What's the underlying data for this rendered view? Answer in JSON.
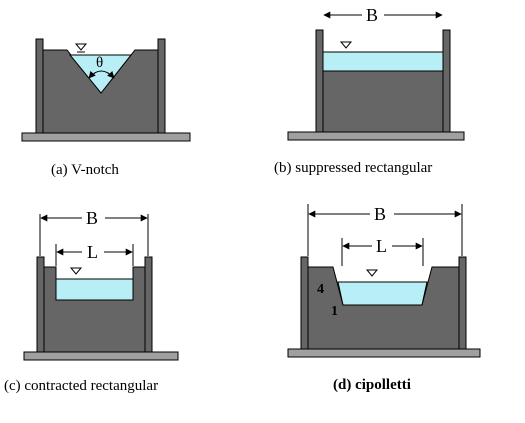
{
  "colors": {
    "background": "#ffffff",
    "wall": "#666666",
    "water": "#b8eef5",
    "ground": "#a0a0a0",
    "outline": "#000000"
  },
  "panels": {
    "a": {
      "caption": "(a)  V-notch",
      "angle_label": "θ"
    },
    "b": {
      "caption": "(b)  suppressed rectangular",
      "width_label": "B"
    },
    "c": {
      "caption": "(c) contracted rectangular",
      "width_label": "B",
      "crest_label": "L"
    },
    "d": {
      "caption": "(d) cipolletti",
      "width_label": "B",
      "crest_label": "L",
      "slope_rise": "4",
      "slope_run": "1"
    }
  }
}
